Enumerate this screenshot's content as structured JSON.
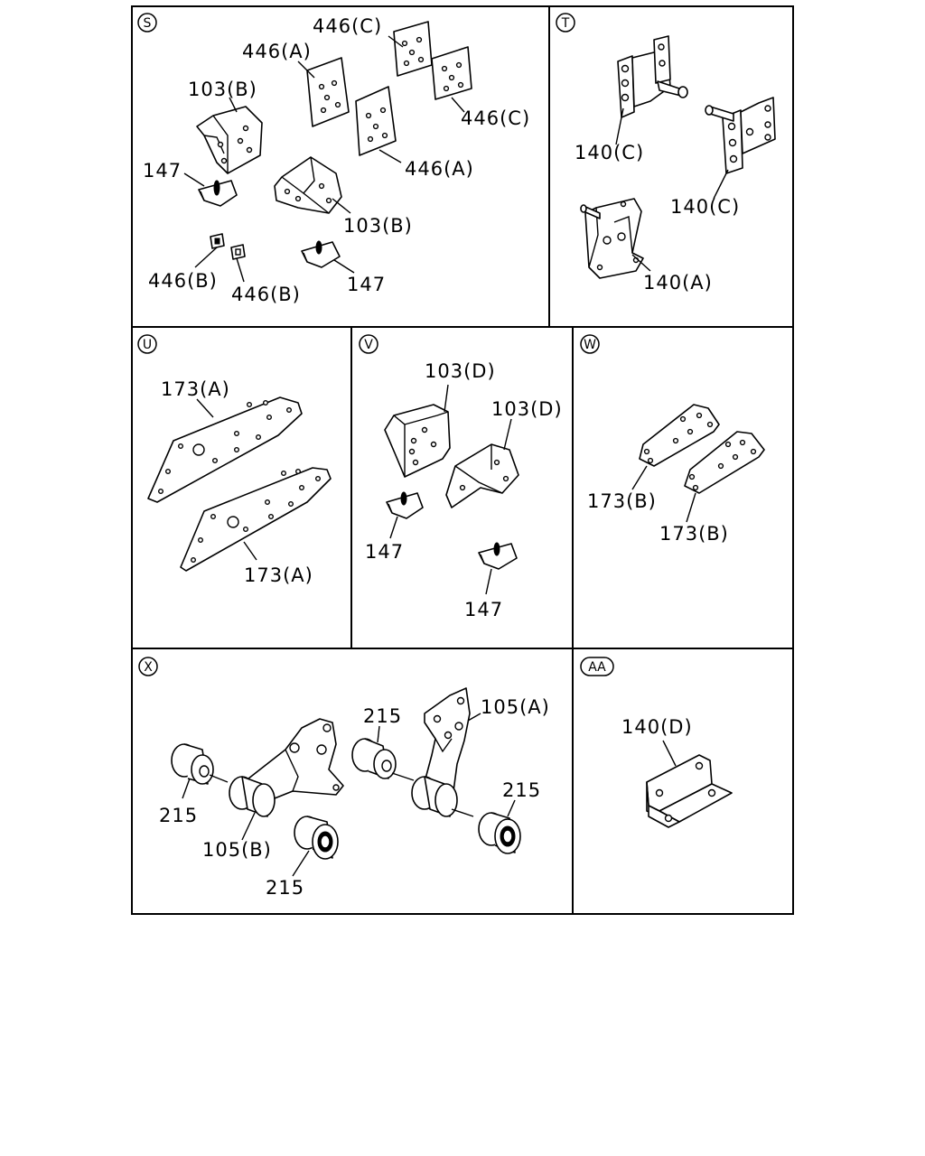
{
  "panels": [
    {
      "id": "S",
      "badge": "S",
      "labels": [
        "446(C)",
        "446(A)",
        "103(B)",
        "446(C)",
        "446(A)",
        "147",
        "103(B)",
        "446(B)",
        "446(B)",
        "147"
      ]
    },
    {
      "id": "T",
      "badge": "T",
      "labels": [
        "140(C)",
        "140(C)",
        "140(A)"
      ]
    },
    {
      "id": "U",
      "badge": "U",
      "labels": [
        "173(A)",
        "173(A)"
      ]
    },
    {
      "id": "V",
      "badge": "V",
      "labels": [
        "103(D)",
        "103(D)",
        "147",
        "147"
      ]
    },
    {
      "id": "W",
      "badge": "W",
      "labels": [
        "173(B)",
        "173(B)"
      ]
    },
    {
      "id": "X",
      "badge": "X",
      "labels": [
        "215",
        "105(A)",
        "215",
        "215",
        "105(B)",
        "215"
      ]
    },
    {
      "id": "AA",
      "badge": "AA",
      "labels": [
        "140(D)"
      ]
    }
  ]
}
